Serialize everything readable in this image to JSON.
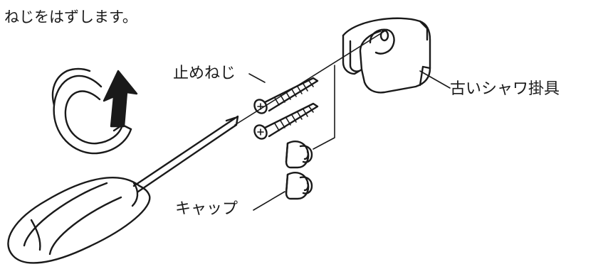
{
  "instruction": "ねじをはずします。",
  "labels": {
    "screw": "止めねじ",
    "old_holder": "古いシャワ掛具",
    "cap": "キャップ"
  }
}
